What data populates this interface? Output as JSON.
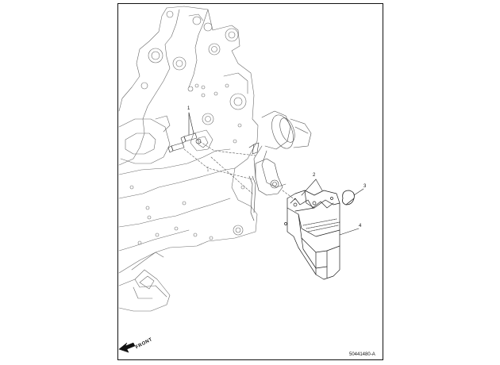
{
  "diagram": {
    "callouts": {
      "c1": "1",
      "c2": "2",
      "c3": "3",
      "c4": "4"
    },
    "direction_label": "FRONT",
    "reference_code": "50441480-A"
  }
}
